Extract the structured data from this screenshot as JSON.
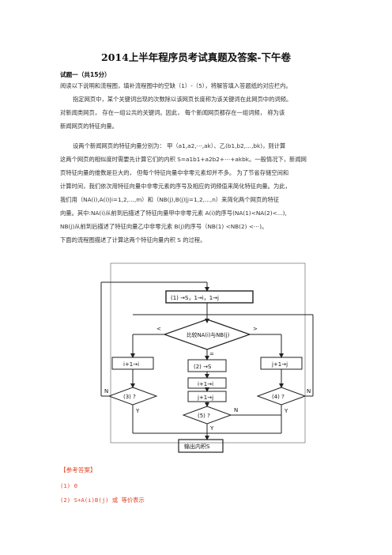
{
  "doc": {
    "title": "2014上半年程序员考试真题及答案-下午卷",
    "question_heading": "试题一（共15分）",
    "paragraphs": [
      "阅读以下说明和流程图，填补流程图中的空缺（1）-（5），将解答填入答题纸的对应栏内。",
      "指定网页中，某个关键词出现的次数除以该网页长度称为该关键词在此网页中的词频。",
      "对新闻类网页，  存在一组公共的关键词。因此，  每个新闻网页都存在一组词频，  称为该",
      "新闻网页的特征向量。",
      "设两个新闻网页的特征向量分别为：  甲（a1,a2,⋯,ak）、乙(b1,b2,...,bk)，则计算",
      "这两个网页的相似度时需要先计算它们的内积 S=a1b1+a2b2+⋯+akbk。一般情况下，新闻网",
      "页特征向量的维数是巨大的，  但每个特征向量中非零元素却并不多。  为了节省存储空间和",
      "计算时间，我们依次用特征向量中非零元素的序号及相应的词频值来简化特征向量。为此，",
      "我们用（NA(i),A(i)|i=1,2,...,m）和（NB(j),B(j)|j=1,2,...,n）来简化两个网页的特征",
      "向量。其中:NA(i)从前到后描述了特征向量甲中非零元素 A(i)的序号(NA(1)<NA(2)<...),",
      "NB(j)从前到后描述了特征向量乙中非零元素 B(j)的序号（NB(1) <NB(2) <⋯)。",
      "下面的流程图描述了计算这两个特征向量内积 S 的过程。"
    ],
    "answer_title": "【参考答案】",
    "answers": [
      "(1)  0",
      "(2)  S+A(i)B(j) 或 等价表示"
    ]
  },
  "flowchart": {
    "box_init": "(1) →S，1→i，1→j",
    "diamond_compare": "比较NA(i)与NB(j)",
    "lt": "<",
    "eq": "=",
    "gt": ">",
    "box_i_inc": "i+1→i",
    "box_s": "(2) →S",
    "box_i_inc2": "i+1→i",
    "box_j_inc2": "j+1→j",
    "box_j_inc": "j+1→j",
    "diamond_3": "(3) ?",
    "diamond_4": "(4) ?",
    "diamond_5": "(5) ?",
    "label_n": "N",
    "label_y": "Y",
    "box_output": "输出内积S"
  }
}
